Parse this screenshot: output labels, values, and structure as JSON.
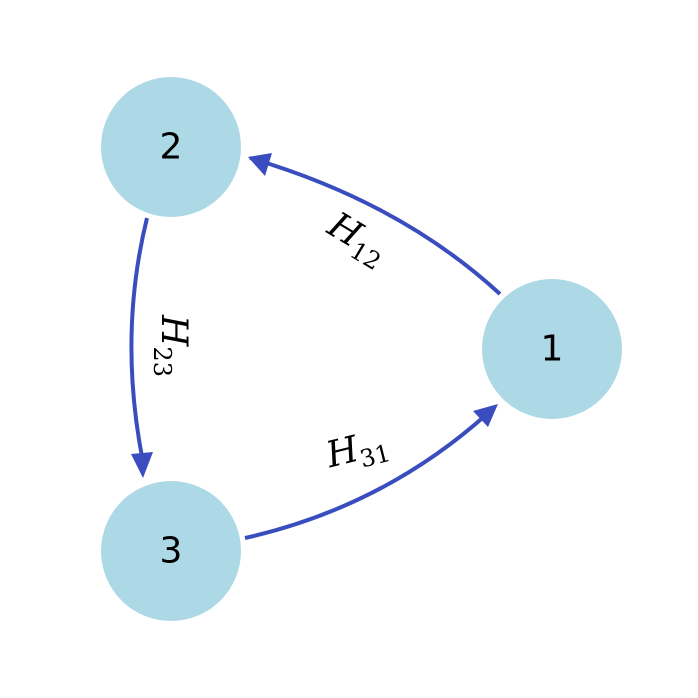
{
  "colors": {
    "node_fill": "#add8e6",
    "edge_stroke": "#3a4dbf"
  },
  "nodes": [
    {
      "id": "1",
      "label": "1"
    },
    {
      "id": "2",
      "label": "2"
    },
    {
      "id": "3",
      "label": "3"
    }
  ],
  "edges": [
    {
      "from": "1",
      "to": "2",
      "label_main": "H",
      "label_sub": "12"
    },
    {
      "from": "2",
      "to": "3",
      "label_main": "H",
      "label_sub": "23"
    },
    {
      "from": "3",
      "to": "1",
      "label_main": "H",
      "label_sub": "31"
    }
  ]
}
